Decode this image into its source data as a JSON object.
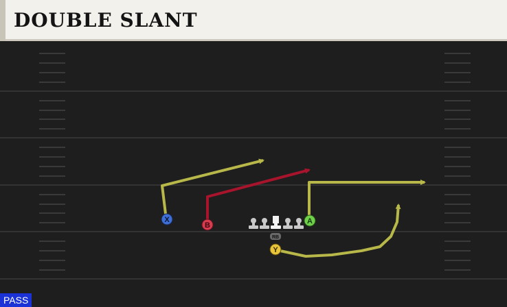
{
  "play": {
    "title": "DOUBLE SLANT",
    "formation_badge": "PASS"
  },
  "players": {
    "x": {
      "letter": "X",
      "color": "#3d6fd6",
      "route_color": "#b8b84a"
    },
    "b": {
      "letter": "B",
      "color": "#d83a4e",
      "route_color": "#a8142c"
    },
    "a": {
      "letter": "A",
      "color": "#6fd14a",
      "route_color": "#b8b84a"
    },
    "y": {
      "letter": "Y",
      "color": "#e8c43a",
      "route_color": "#b8b84a"
    },
    "rb": {
      "label": "RB"
    }
  },
  "colors": {
    "field": "#1e1e1e",
    "yard_line": "#333333",
    "hash_mark": "#3a3a3a",
    "header_bg": "#f3f1ec",
    "badge": "#1b33d6"
  }
}
